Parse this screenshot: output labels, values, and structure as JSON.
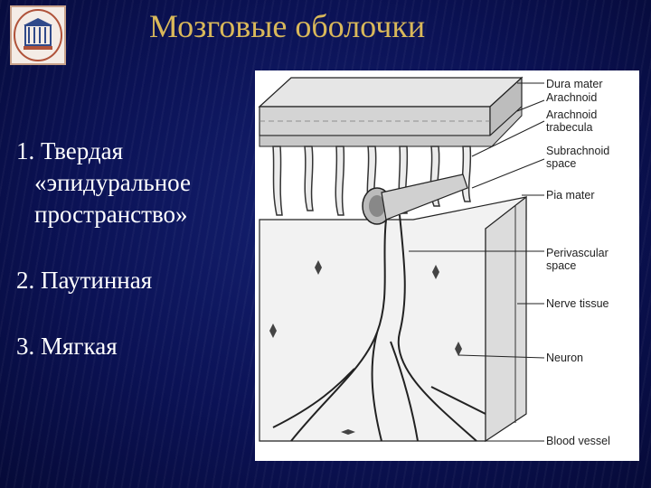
{
  "title": "Мозговые оболочки",
  "list": {
    "item1_line1": "1. Твердая",
    "item1_line2": "«эпидуральное",
    "item1_line3": "пространство»",
    "item2": "2. Паутинная",
    "item3": "3. Мягкая"
  },
  "figure": {
    "labels": {
      "dura_mater": "Dura mater",
      "arachnoid": "Arachnoid",
      "arachnoid_trabecula_1": "Arachnoid",
      "arachnoid_trabecula_2": "trabecula",
      "subrachnoid_1": "Subrachnoid",
      "subrachnoid_2": "space",
      "pia_mater": "Pia mater",
      "perivascular_1": "Perivascular",
      "perivascular_2": "space",
      "nerve_tissue": "Nerve tissue",
      "neuron": "Neuron",
      "blood_vessel": "Blood vessel"
    }
  },
  "colors": {
    "background": "#0a0f4a",
    "title": "#d9b85a",
    "text": "#ffffff"
  }
}
